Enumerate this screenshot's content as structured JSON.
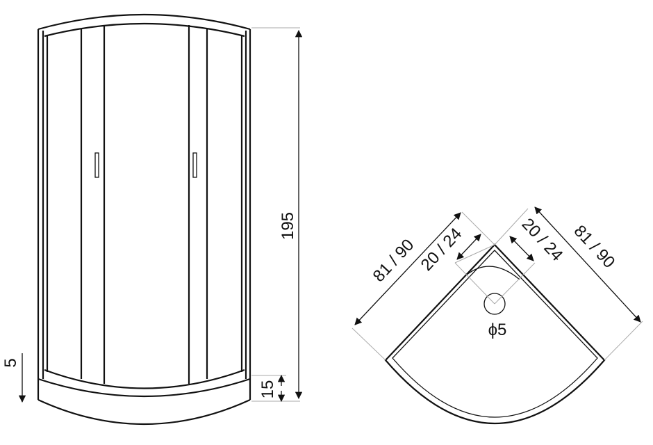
{
  "front_view": {
    "height_label": "195",
    "tray_height_label": "15",
    "leg_adjust_label": "5"
  },
  "top_view": {
    "left_side_label": "81 / 90",
    "right_side_label": "81 / 90",
    "left_offset_label": "20 / 24",
    "right_offset_label": "20 / 24",
    "drain_label": "ϕ5"
  }
}
